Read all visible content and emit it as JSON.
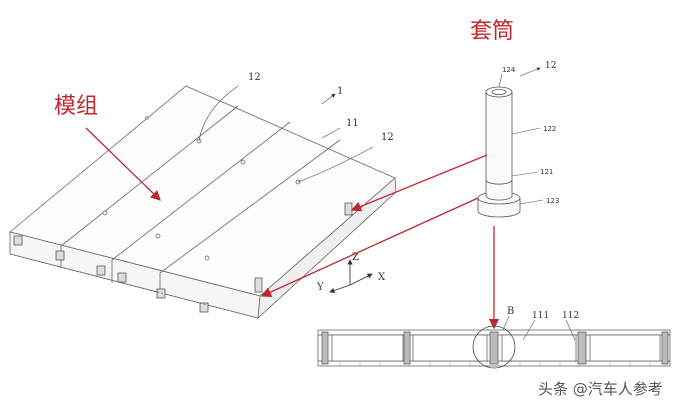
{
  "titles": {
    "module": "模组",
    "sleeve": "套筒"
  },
  "labels": {
    "assembly_ref": "1",
    "ref_12_top": "12",
    "ref_11": "11",
    "ref_12_mid": "12",
    "sleeve_ref": "12",
    "ref_124": "124",
    "ref_122": "122",
    "ref_121": "121",
    "ref_123": "123",
    "detail_b": "B",
    "ref_111": "111",
    "ref_112": "112"
  },
  "axes": {
    "z": "Z",
    "y": "Y",
    "x": "X"
  },
  "watermark": "头条 @汽车人参考",
  "colors": {
    "accent_red": "#c0282f",
    "line": "#555555"
  }
}
